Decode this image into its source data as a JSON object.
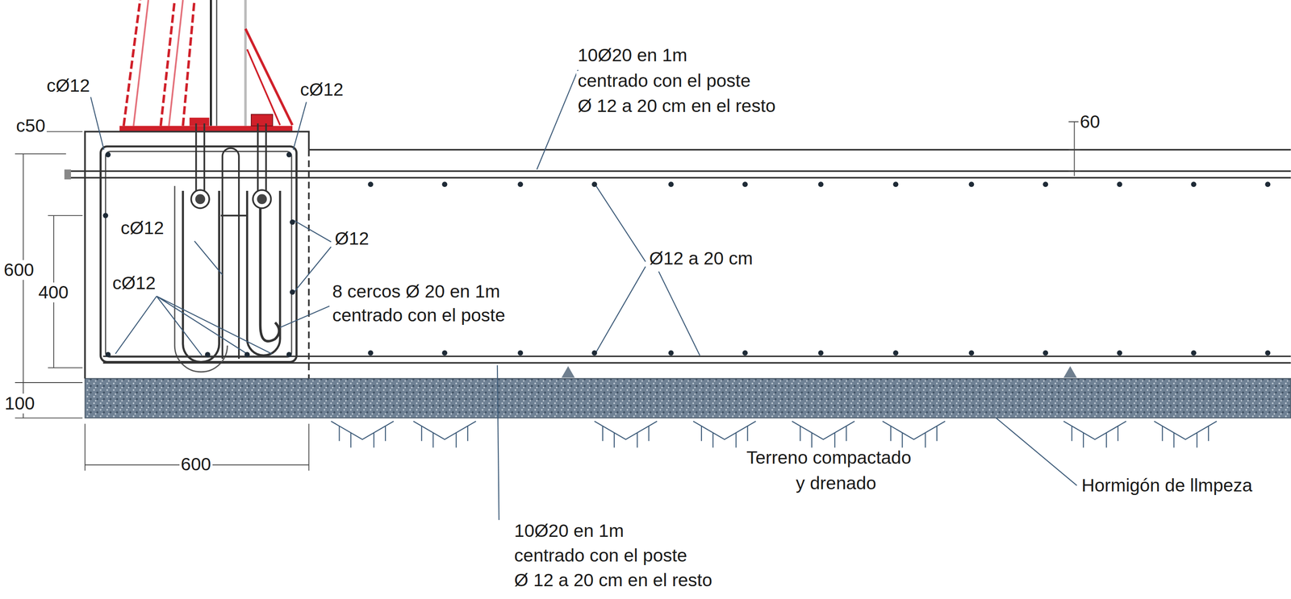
{
  "diagram": {
    "labels": [
      "cØ12",
      "cØ12",
      "10Ø20 en 1m",
      "centrado con el poste",
      "Ø 12 a 20 cm en el resto",
      "60",
      "c50",
      "cØ12",
      "Ø12",
      "Ø12 a 20 cm",
      "600",
      "400",
      "cØ12",
      "8 cercos Ø 20 en 1m",
      "centrado con el poste",
      "100",
      "Terreno compactado",
      "y drenado",
      "600",
      "Hormigón de llmpeza",
      "10Ø20 en 1m",
      "centrado con el poste",
      "Ø 12 a 20 cm en el resto"
    ]
  }
}
